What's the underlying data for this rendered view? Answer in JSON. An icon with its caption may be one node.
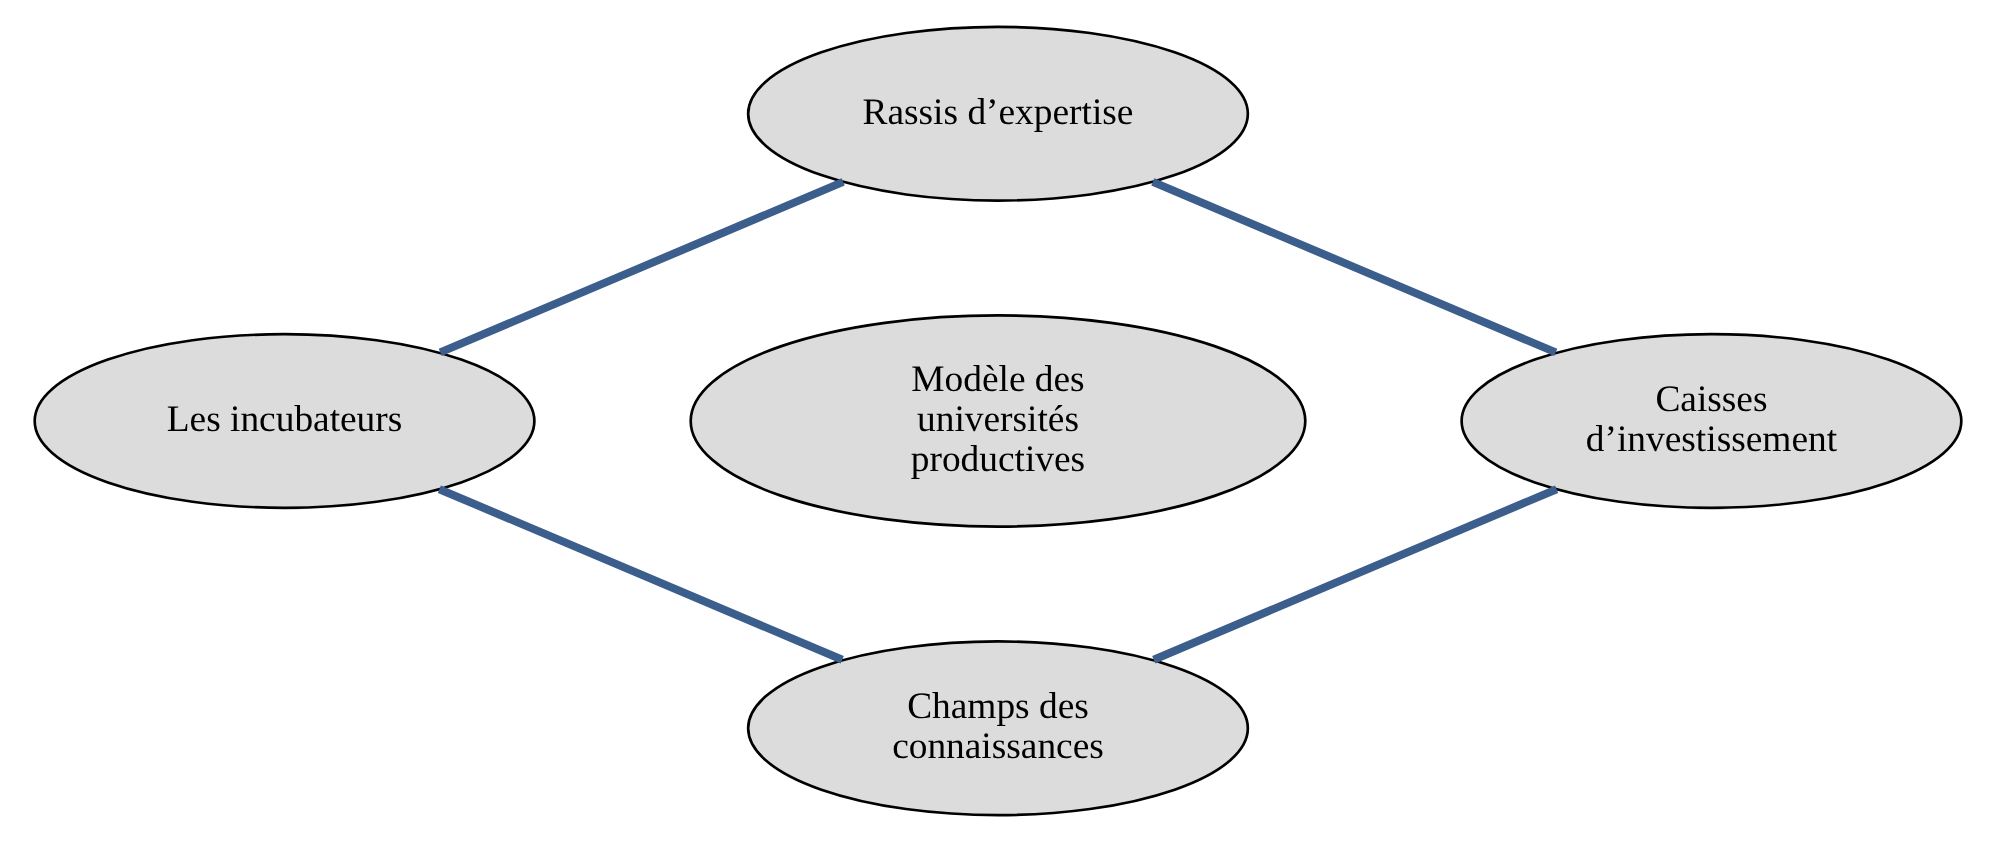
{
  "diagram": {
    "nodes": [
      {
        "text": [
          "Rassis d’expertise"
        ]
      },
      {
        "text": [
          "Les incubateurs"
        ]
      },
      {
        "text": [
          "Modèle des universités productives"
        ]
      },
      {
        "text": [
          "Caisses d’investissement"
        ]
      },
      {
        "text": [
          "Champs des connaissances"
        ]
      }
    ],
    "edges": [
      {
        "from": 0,
        "to": 3,
        "arrow": "none"
      },
      {
        "from": 3,
        "to": 4,
        "arrow": "none"
      },
      {
        "from": 4,
        "to": 1,
        "arrow": "none"
      },
      {
        "from": 1,
        "to": 0,
        "arrow": "none"
      }
    ]
  }
}
